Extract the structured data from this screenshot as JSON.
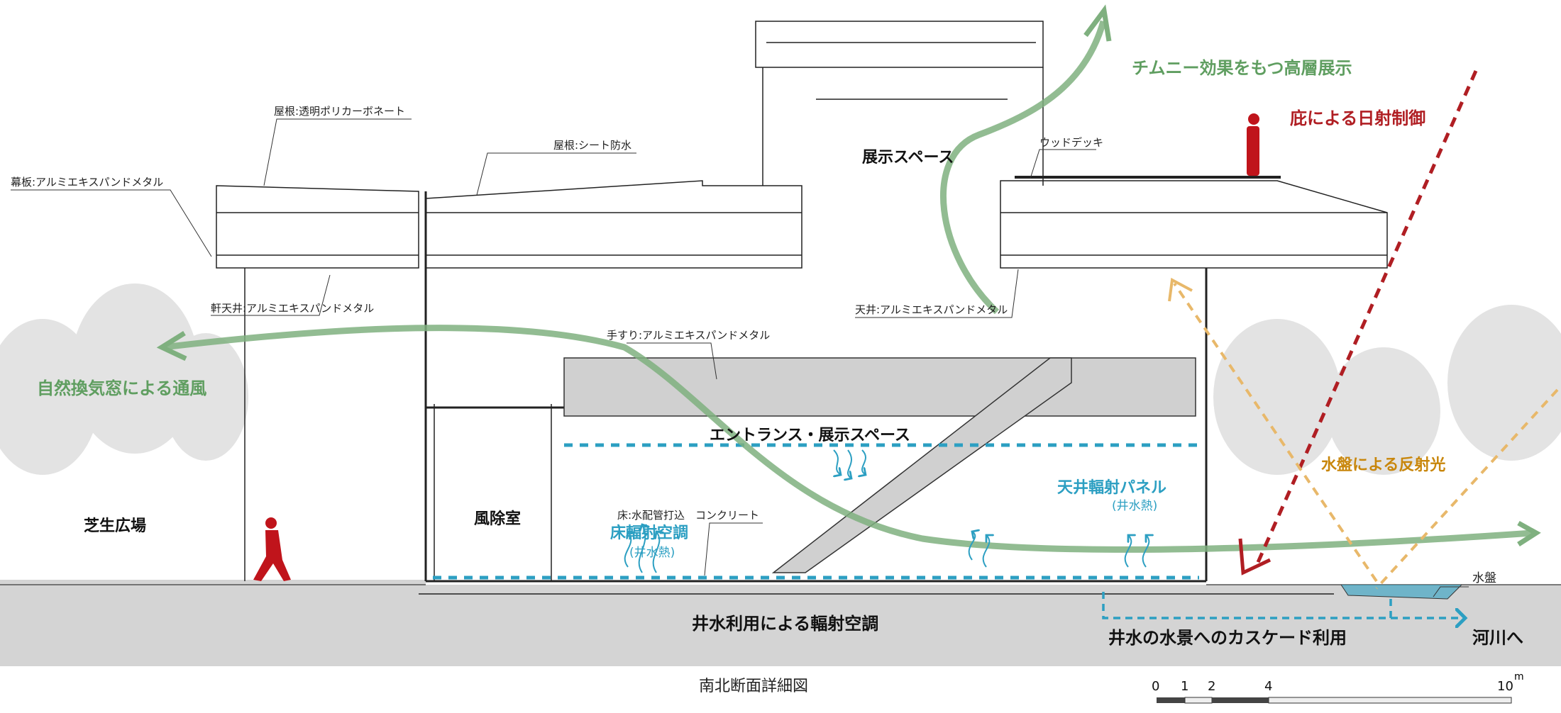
{
  "drawing": {
    "title": "南北断面詳細図",
    "material_notes": {
      "roof_polycarbonate": "屋根:透明ポリカーボネート",
      "roof_sheet": "屋根:シート防水",
      "fascia": "幕板:アルミエキスパンドメタル",
      "soffit": "軒天井:アルミエキスパンドメタル",
      "ceiling": "天井:アルミエキスパンドメタル",
      "wood_deck": "ウッドデッキ",
      "handrail": "手すり:アルミエキスパンドメタル",
      "floor": "床:水配管打込　コンクリート"
    },
    "rooms": {
      "exhibition_space": "展示スペース",
      "entrance_exhibition": "エントランス・展示スペース",
      "windbreak_room": "風除室",
      "lawn_plaza": "芝生広場",
      "water_basin": "水盤"
    },
    "concepts": {
      "chimney": "チムニー効果をもつ高層展示",
      "eaves": "庇による日射制御",
      "ventilation": "自然換気窓による通風",
      "reflection": "水盤による反射光",
      "ceiling_panel": "天井輻射パネル",
      "ceiling_panel_sub": "(井水熱)",
      "floor_radiant": "床輻射空調",
      "floor_radiant_sub": "(井水熱)",
      "well_radiant": "井水利用による輻射空調",
      "cascade": "井水の水景へのカスケード利用",
      "to_river": "河川へ"
    },
    "scale": {
      "ticks": [
        "0",
        "1",
        "2",
        "4",
        "10"
      ],
      "unit": "m"
    },
    "colors": {
      "green": "#7fb07f",
      "red": "#b01e23",
      "orange": "#e8b86a",
      "blue": "#2c9fc2",
      "ground": "#d4d4d4"
    }
  }
}
